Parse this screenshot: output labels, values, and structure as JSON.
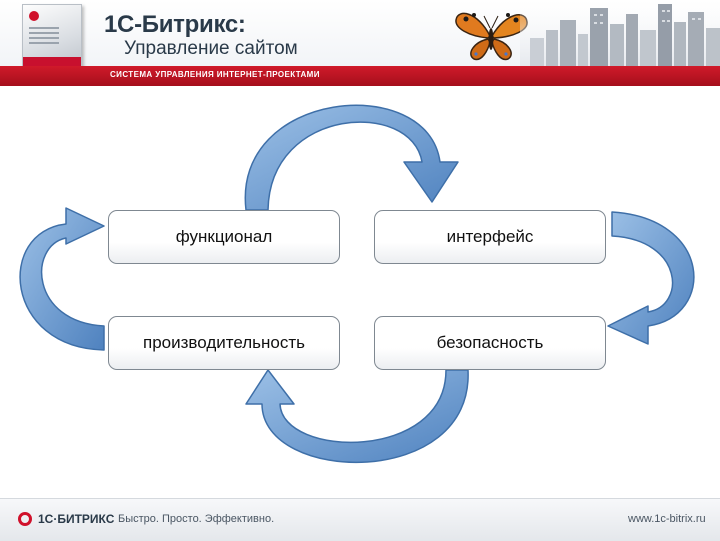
{
  "header": {
    "title": "1С-Битрикс:",
    "subtitle": "Управление сайтом",
    "tagline": "СИСТЕМА УПРАВЛЕНИЯ ИНТЕРНЕТ-ПРОЕКТАМИ"
  },
  "diagram": {
    "nodes": [
      {
        "label": "функционал"
      },
      {
        "label": "интерфейс"
      },
      {
        "label": "производительность"
      },
      {
        "label": "безопасность"
      }
    ],
    "arrow_color": "#6f9ccf"
  },
  "footer": {
    "logo": "1С·БИТРИКС",
    "slogan": "Быстро. Просто. Эффективно.",
    "url": "www.1c-bitrix.ru"
  },
  "colors": {
    "brand_red": "#c8102e",
    "text_dark": "#2a3a49"
  }
}
